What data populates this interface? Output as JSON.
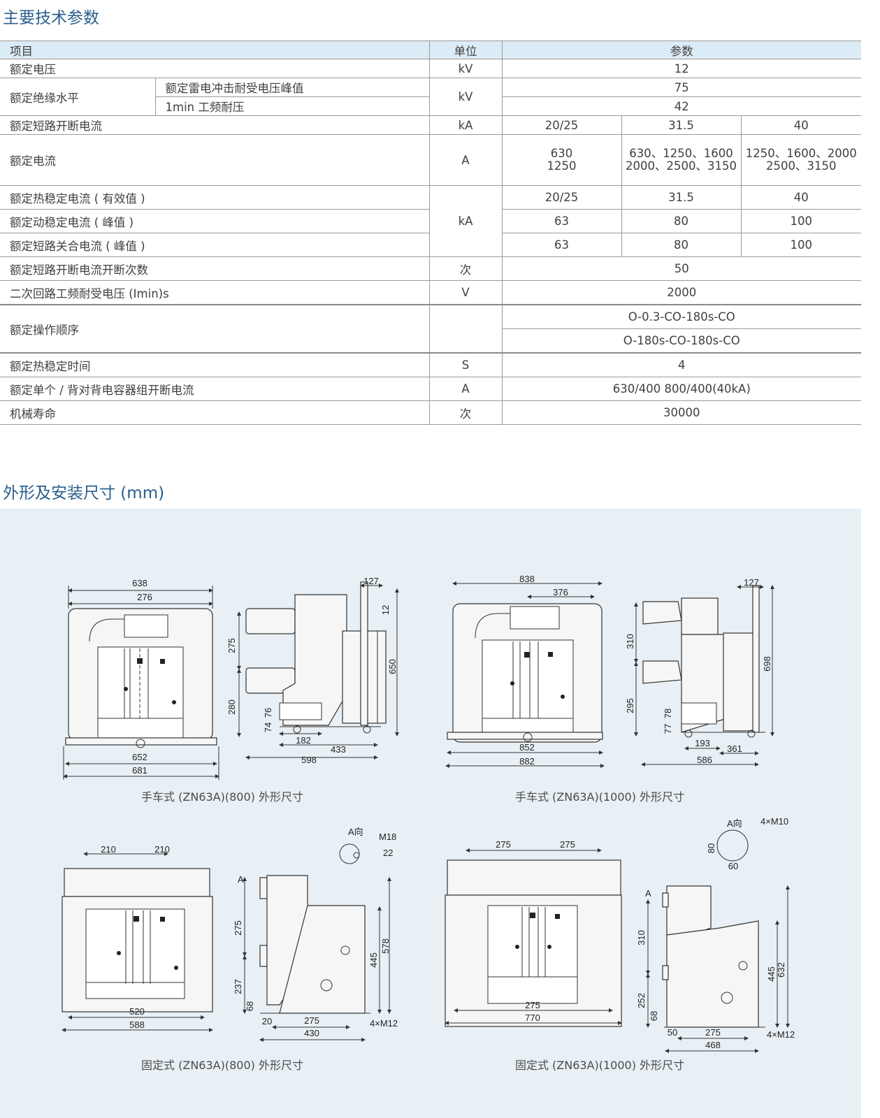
{
  "titles": {
    "spec": "主要技术参数",
    "dims": "外形及安装尺寸 (mm)"
  },
  "table": {
    "header": {
      "item": "项目",
      "unit": "单位",
      "param": "参数"
    },
    "rated_voltage": {
      "label": "额定电压",
      "unit": "kV",
      "value": "12"
    },
    "insulation": {
      "label": "额定绝缘水平",
      "sub1": "额定雷电冲击耐受电压峰值",
      "sub2": "1min 工频耐压",
      "unit": "kV",
      "v1": "75",
      "v2": "42"
    },
    "breaking_current": {
      "label": "额定短路开断电流",
      "unit": "kA",
      "v1": "20/25",
      "v2": "31.5",
      "v3": "40"
    },
    "rated_current": {
      "label": "额定电流",
      "unit": "A",
      "v1a": "630",
      "v1b": "1250",
      "v2a": "630、1250、1600",
      "v2b": "2000、2500、3150",
      "v3a": "1250、1600、2000",
      "v3b": "2500、3150"
    },
    "thermal": {
      "label": "额定热稳定电流 ( 有效值 )",
      "v1": "20/25",
      "v2": "31.5",
      "v3": "40"
    },
    "dynamic": {
      "label": "额定动稳定电流 ( 峰值 )",
      "v1": "63",
      "v2": "80",
      "v3": "100"
    },
    "making": {
      "label": "额定短路关合电流 ( 峰值 )",
      "v1": "63",
      "v2": "80",
      "v3": "100"
    },
    "group_unit": "kA",
    "break_times": {
      "label": "额定短路开断电流开断次数",
      "unit": "次",
      "value": "50"
    },
    "secondary": {
      "label": "二次回路工频耐受电压 (Imin)s",
      "unit": "V",
      "value": "2000"
    },
    "sequence": {
      "label": "额定操作顺序",
      "unit": "",
      "v1": "O-0.3-CO-180s-CO",
      "v2": "O-180s-CO-180s-CO"
    },
    "thermal_time": {
      "label": "额定热稳定时间",
      "unit": "S",
      "value": "4"
    },
    "capacitor": {
      "label": "额定单个 / 背对背电容器组开断电流",
      "unit": "A",
      "value": "630/400 800/400(40kA)"
    },
    "life": {
      "label": "机械寿命",
      "unit": "次",
      "value": "30000"
    }
  },
  "drawings": {
    "captions": {
      "d1": "手车式 (ZN63A)(800) 外形尺寸",
      "d2": "手车式 (ZN63A)(1000) 外形尺寸",
      "d3": "固定式 (ZN63A)(800) 外形尺寸",
      "d4": "固定式 (ZN63A)(1000) 外形尺寸"
    },
    "d1": {
      "w638": "638",
      "w276": "276",
      "w652": "652",
      "w681": "681",
      "w127": "127",
      "h12": "12",
      "h275": "275",
      "h650": "650",
      "h280": "280",
      "h74": "74",
      "h76": "76",
      "w182": "182",
      "w433": "433",
      "w598": "598"
    },
    "d2": {
      "w838": "838",
      "w376": "376",
      "w852": "852",
      "w882": "882",
      "w127": "127",
      "h310": "310",
      "h698": "698",
      "h295": "295",
      "h77": "77",
      "h78": "78",
      "w193": "193",
      "w361": "361",
      "w586": "586"
    },
    "d3": {
      "w210a": "210",
      "w210b": "210",
      "w520": "520",
      "w588": "588",
      "a": "A",
      "a_dir": "A向",
      "m18": "M18",
      "d22": "22",
      "h275": "275",
      "h445": "445",
      "h578": "578",
      "h237": "237",
      "h68": "68",
      "w20": "20",
      "w275": "275",
      "w430": "430",
      "m12": "4×M12"
    },
    "d4": {
      "w275a": "275",
      "w275b": "275",
      "w275c": "275",
      "w770": "770",
      "a": "A",
      "a_dir": "A向",
      "m10": "4×M10",
      "h80": "80",
      "w60": "60",
      "h310": "310",
      "h445": "445",
      "h632": "632",
      "h252": "252",
      "h68": "68",
      "w50": "50",
      "w275": "275",
      "w468": "468",
      "m12": "4×M12"
    }
  }
}
